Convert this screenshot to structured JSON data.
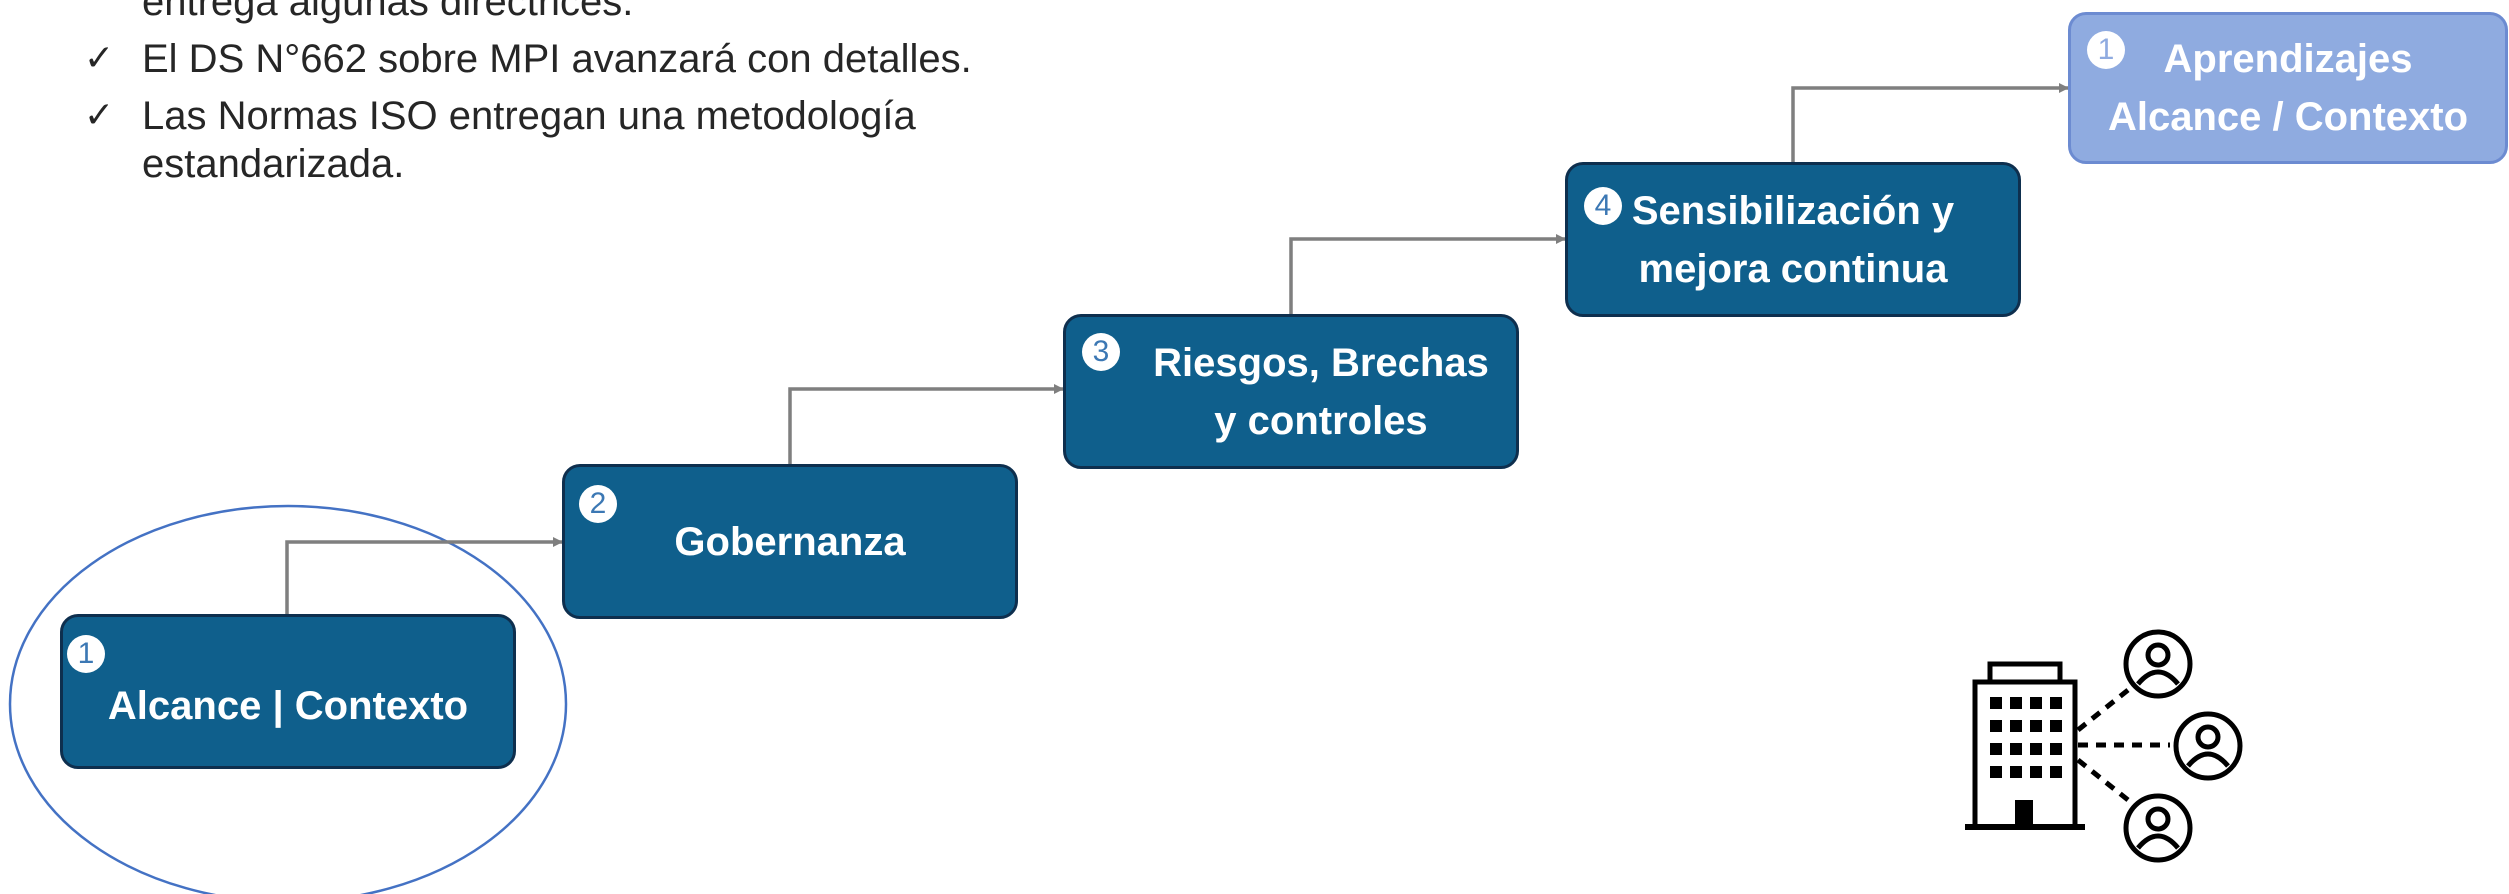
{
  "bullets": {
    "partial_line": "entrega algunas directrices.",
    "items": [
      {
        "text": "El DS N°662 sobre MPI avanzará con detalles."
      },
      {
        "text": "Las Normas ISO entregan una metodología",
        "continuation": "estandarizada."
      }
    ],
    "check_symbol": "✓"
  },
  "steps": [
    {
      "number": "1",
      "line1": "Alcance | Contexto",
      "line2": ""
    },
    {
      "number": "2",
      "line1": "Gobernanza",
      "line2": ""
    },
    {
      "number": "3",
      "line1": "Riesgos, Brechas",
      "line2": "y controles"
    },
    {
      "number": "4",
      "line1": "Sensibilización y",
      "line2": "mejora continua"
    },
    {
      "number": "1",
      "line1": "Aprendizajes",
      "line2": "Alcance / Contexto"
    }
  ],
  "icons": {
    "building_people": "building-with-people-icon"
  },
  "colors": {
    "step_fill": "#0f5f8c",
    "step_border": "#0e2f4e",
    "final_step_fill": "#8fabe0",
    "connector": "#7f7f7f",
    "highlight_ellipse": "#4472c4"
  }
}
